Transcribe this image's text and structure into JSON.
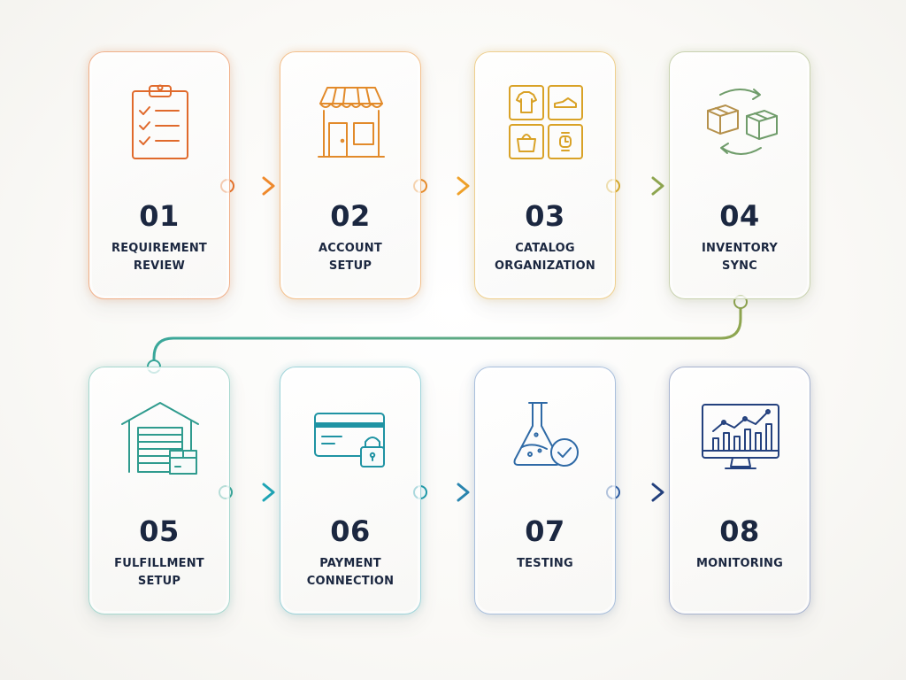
{
  "steps": [
    {
      "number": "01",
      "label_line1": "REQUIREMENT",
      "label_line2": "REVIEW",
      "icon": "clipboard-checklist-icon",
      "color": "#e8742b"
    },
    {
      "number": "02",
      "label_line1": "ACCOUNT",
      "label_line2": "SETUP",
      "icon": "storefront-icon",
      "color": "#eb8d2a"
    },
    {
      "number": "03",
      "label_line1": "CATALOG",
      "label_line2": "ORGANIZATION",
      "icon": "catalog-grid-icon",
      "color": "#e0a72c"
    },
    {
      "number": "04",
      "label_line1": "INVENTORY",
      "label_line2": "SYNC",
      "icon": "inventory-sync-icon",
      "color": "#8fa650"
    },
    {
      "number": "05",
      "label_line1": "FULFILLMENT",
      "label_line2": "SETUP",
      "icon": "warehouse-icon",
      "color": "#3aa79a"
    },
    {
      "number": "06",
      "label_line1": "PAYMENT",
      "label_line2": "CONNECTION",
      "icon": "credit-card-lock-icon",
      "color": "#1f9cac"
    },
    {
      "number": "07",
      "label_line1": "TESTING",
      "label_line2": "",
      "icon": "flask-check-icon",
      "color": "#2f6aa6"
    },
    {
      "number": "08",
      "label_line1": "MONITORING",
      "label_line2": "",
      "icon": "monitor-chart-icon",
      "color": "#24417e"
    }
  ]
}
